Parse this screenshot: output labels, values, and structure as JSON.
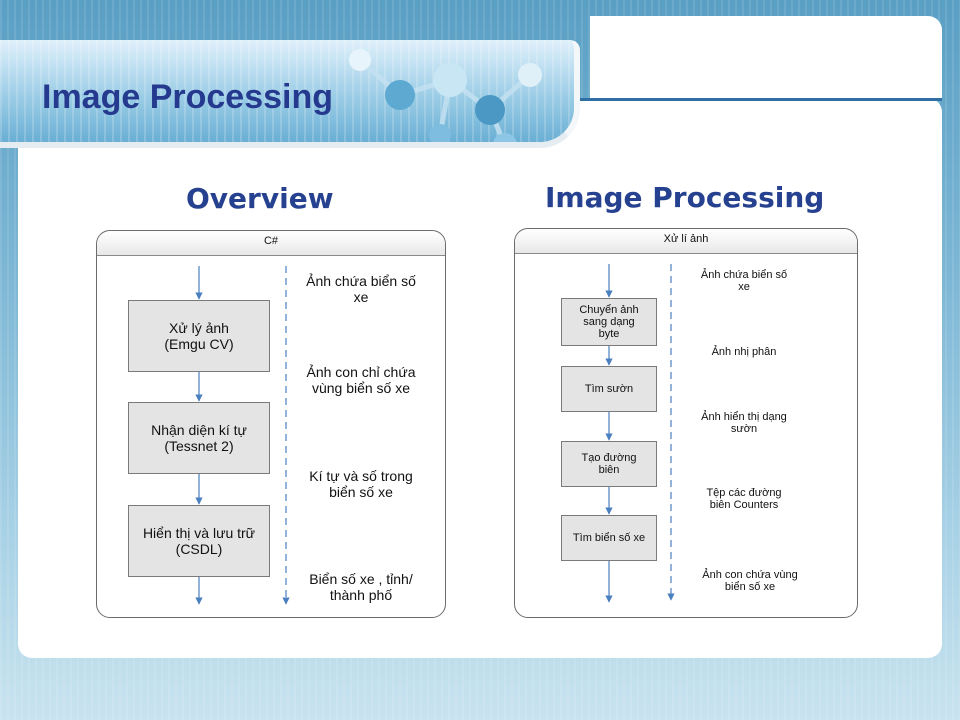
{
  "slide": {
    "title": "Image Processing",
    "colors": {
      "title": "#253a8e",
      "heading": "#26418f",
      "arrow": "#4a7fc0",
      "box_fill": "#e4e4e4"
    }
  },
  "overview": {
    "heading": "Overview",
    "diagram": {
      "header": "C#",
      "steps": [
        "Xử lý ảnh\n(Emgu CV)",
        "Nhận diện kí tự\n(Tessnet 2)",
        "Hiển thị và lưu trữ\n(CSDL)"
      ],
      "outputs": [
        "Ảnh chứa biển số\nxe",
        "Ảnh con chỉ chứa\nvùng biển số xe",
        "Kí tự và số trong\nbiển số xe",
        "Biển số xe , tỉnh/\nthành phố"
      ]
    }
  },
  "processing": {
    "heading": "Image Processing",
    "diagram": {
      "header": "Xử lí ảnh",
      "steps": [
        "Chuyển ảnh\nsang dạng\nbyte",
        "Tìm sườn",
        "Tạo đường\nbiên",
        "Tìm biển số xe"
      ],
      "outputs": [
        "Ảnh chứa biển số\nxe",
        "Ảnh nhị phân",
        "Ảnh hiển thị dạng\nsườn",
        "Tệp các đường\nbiên Counters",
        "Ảnh con chứa vùng\nbiển số xe"
      ]
    }
  }
}
